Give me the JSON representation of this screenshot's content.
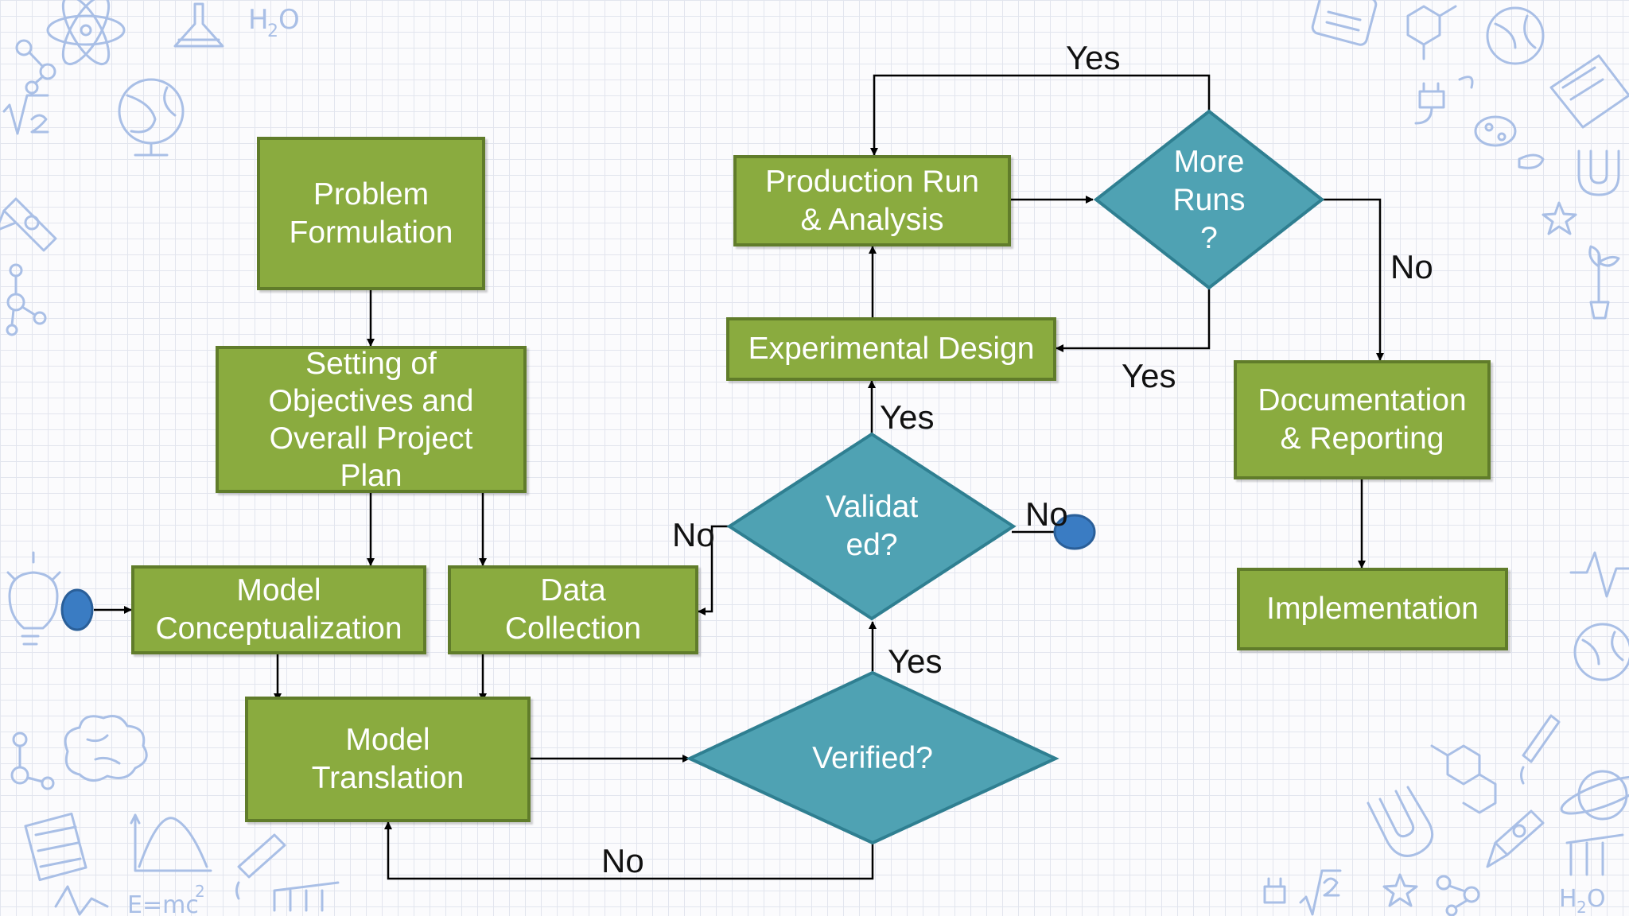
{
  "nodes": {
    "problem_formulation": "Problem\nFormulation",
    "objectives": "Setting of\nObjectives and\nOverall Project\nPlan",
    "model_conceptualization": "Model\nConceptualization",
    "data_collection": "Data\nCollection",
    "model_translation": "Model\nTranslation",
    "verified": "Verified?",
    "validated": "Validat\ned?",
    "experimental_design": "Experimental Design",
    "production_run": "Production Run\n& Analysis",
    "more_runs": "More\nRuns\n?",
    "documentation": "Documentation\n& Reporting",
    "implementation": "Implementation"
  },
  "labels": {
    "yes_top": "Yes",
    "no_more_runs": "No",
    "yes_more_runs": "Yes",
    "yes_validated": "Yes",
    "no_validated_left": "No",
    "no_validated_right": "No",
    "yes_verified": "Yes",
    "no_verified": "No"
  },
  "colors": {
    "process_fill": "#8aab3f",
    "process_border": "#607c2a",
    "decision_fill": "#4fa2b3",
    "decision_border": "#2f7f91",
    "connector_fill": "#3a7cc3",
    "doodle_stroke": "#a9bfe6"
  }
}
